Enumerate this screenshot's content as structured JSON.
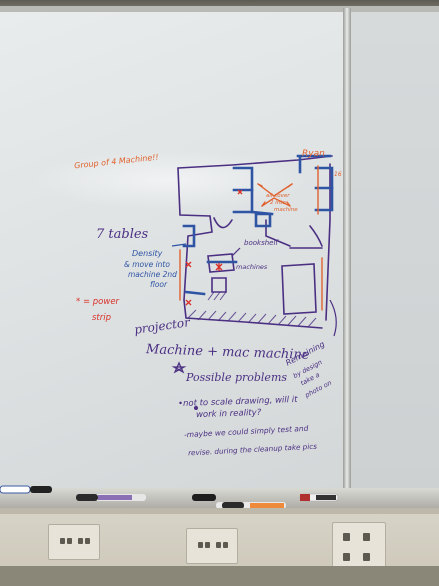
{
  "board_notes": {
    "header_note": "Group of 4 Machine!!",
    "tables_note": "7 tables",
    "room_label": "Ryan",
    "capacity_note": "16",
    "cluster_note_line1": "all cover",
    "cluster_note_line2": "2 into",
    "cluster_note_line3": "machine",
    "density_line1": "Density",
    "density_line2": "& move into",
    "density_line3": "machine 2nd",
    "density_line4": "floor",
    "bookshelf_label": "bookshelf",
    "machines_label": "machines",
    "legend_line1": "* = power",
    "legend_line2": "strip",
    "projector_label": "projector",
    "machine_line": "Machine + mac machine",
    "remaining_line1": "Remaining",
    "remaining_line2": "by design",
    "remaining_line3": "take a",
    "remaining_line4": "photo on",
    "problems_title": "Possible problems",
    "bullet1_line1": "•not to scale drawing, will it",
    "bullet1_line2": "work in reality?",
    "bullet2_line1": "-maybe we could simply test and",
    "bullet2_line2": "revise. during the cleanup take pics"
  },
  "colors": {
    "purple_marker": "#4b2f83",
    "orange_marker": "#e0622f",
    "red_marker": "#d9322b",
    "blue_marker": "#2f54a4"
  }
}
